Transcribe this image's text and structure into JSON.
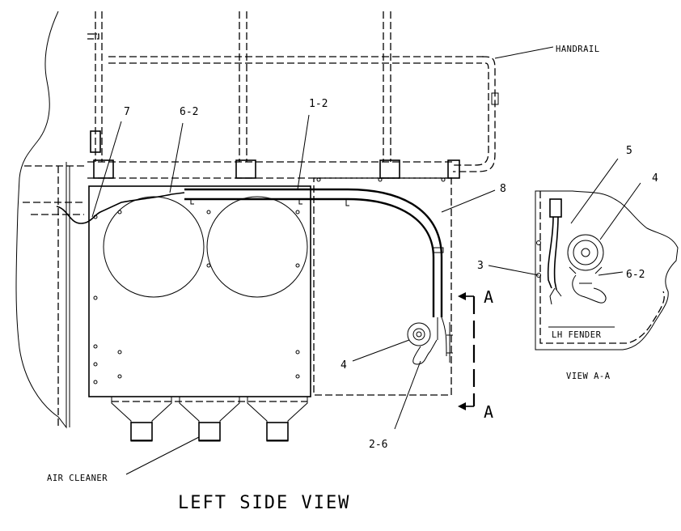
{
  "callouts": {
    "handrail": "HANDRAIL",
    "item_7": "7",
    "item_6_2_main": "6-2",
    "item_1_2": "1-2",
    "item_8": "8",
    "item_4_main": "4",
    "item_2_6": "2-6",
    "air_cleaner": "AIR CLEANER",
    "item_5": "5",
    "item_4_detail": "4",
    "item_3": "3",
    "item_6_2_detail": "6-2",
    "lh_fender": "LH FENDER"
  },
  "section": {
    "marker_top": "A",
    "marker_bottom": "A"
  },
  "titles": {
    "main_view": "LEFT SIDE VIEW",
    "detail_view": "VIEW A-A"
  }
}
